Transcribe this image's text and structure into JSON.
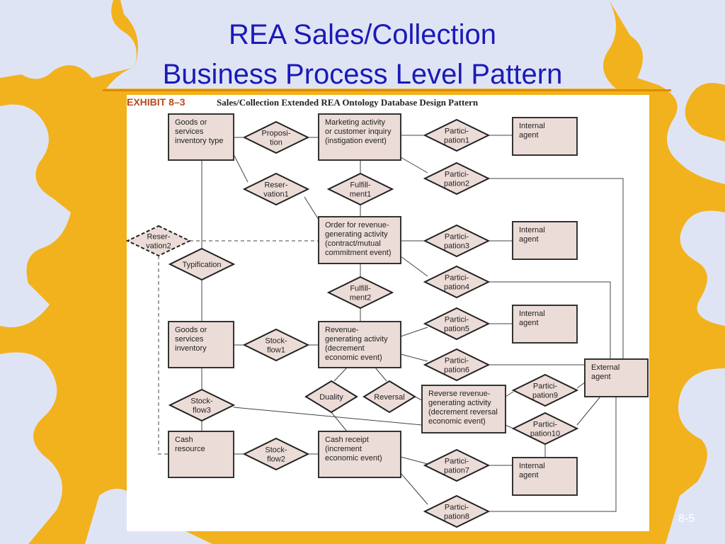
{
  "slide": {
    "title_line1": "REA Sales/Collection",
    "title_line2": "Business Process Level Pattern",
    "page_number": "8-5"
  },
  "exhibit": {
    "label": "EXHIBIT 8–3",
    "caption": "Sales/Collection Extended REA Ontology Database Design Pattern"
  },
  "colors": {
    "background": "#f2b21d",
    "puzzle_piece": "#dfe4f5",
    "title": "#1a1ab8",
    "accent_rule": "#e08a00",
    "box_fill": "#ecdcd7",
    "diamond_fill": "#ecdcd7",
    "line": "#444444"
  },
  "entities": [
    {
      "id": "goods_type",
      "lines": [
        "Goods or",
        "services",
        "inventory type"
      ]
    },
    {
      "id": "marketing",
      "lines": [
        "Marketing activity",
        "or customer inquiry",
        "(instigation event)"
      ]
    },
    {
      "id": "internal_agent1",
      "lines": [
        "Internal",
        "agent"
      ]
    },
    {
      "id": "order",
      "lines": [
        "Order for revenue-",
        "generating activity",
        "(contract/mutual",
        "commitment event)"
      ]
    },
    {
      "id": "internal_agent2",
      "lines": [
        "Internal",
        "agent"
      ]
    },
    {
      "id": "internal_agent3",
      "lines": [
        "Internal",
        "agent"
      ]
    },
    {
      "id": "goods_inventory",
      "lines": [
        "Goods or",
        "services",
        "inventory"
      ]
    },
    {
      "id": "revenue",
      "lines": [
        "Revenue-",
        "generating activity",
        "(decrement",
        "economic event)"
      ]
    },
    {
      "id": "external_agent",
      "lines": [
        "External",
        "agent"
      ]
    },
    {
      "id": "reverse",
      "lines": [
        "Reverse revenue-",
        "generating activity",
        "(decrement reversal",
        "economic event)"
      ]
    },
    {
      "id": "cash_resource",
      "lines": [
        "Cash",
        "resource"
      ]
    },
    {
      "id": "cash_receipt",
      "lines": [
        "Cash receipt",
        "(increment",
        "economic event)"
      ]
    },
    {
      "id": "internal_agent4",
      "lines": [
        "Internal",
        "agent"
      ]
    }
  ],
  "relationships": [
    {
      "id": "proposition",
      "lines": [
        "Proposi-",
        "tion"
      ]
    },
    {
      "id": "participation1",
      "lines": [
        "Partici-",
        "pation1"
      ]
    },
    {
      "id": "participation2",
      "lines": [
        "Partici-",
        "pation2"
      ]
    },
    {
      "id": "reservation1",
      "lines": [
        "Reser-",
        "vation1"
      ]
    },
    {
      "id": "fulfillment1",
      "lines": [
        "Fulfill-",
        "ment1"
      ]
    },
    {
      "id": "reservation2",
      "lines": [
        "Reser-",
        "vation2"
      ]
    },
    {
      "id": "participation3",
      "lines": [
        "Partici-",
        "pation3"
      ]
    },
    {
      "id": "typification",
      "lines": [
        "Typification"
      ]
    },
    {
      "id": "participation4",
      "lines": [
        "Partici-",
        "pation4"
      ]
    },
    {
      "id": "fulfillment2",
      "lines": [
        "Fulfill-",
        "ment2"
      ]
    },
    {
      "id": "participation5",
      "lines": [
        "Partici-",
        "pation5"
      ]
    },
    {
      "id": "stockflow1",
      "lines": [
        "Stock-",
        "flow1"
      ]
    },
    {
      "id": "participation6",
      "lines": [
        "Partici-",
        "pation6"
      ]
    },
    {
      "id": "duality",
      "lines": [
        "Duality"
      ]
    },
    {
      "id": "reversal",
      "lines": [
        "Reversal"
      ]
    },
    {
      "id": "participation9",
      "lines": [
        "Partici-",
        "pation9"
      ]
    },
    {
      "id": "stockflow3",
      "lines": [
        "Stock-",
        "flow3"
      ]
    },
    {
      "id": "participation10",
      "lines": [
        "Partici-",
        "pation10"
      ]
    },
    {
      "id": "stockflow2",
      "lines": [
        "Stock-",
        "flow2"
      ]
    },
    {
      "id": "participation7",
      "lines": [
        "Partici-",
        "pation7"
      ]
    },
    {
      "id": "participation8",
      "lines": [
        "Partici-",
        "pation8"
      ]
    }
  ]
}
